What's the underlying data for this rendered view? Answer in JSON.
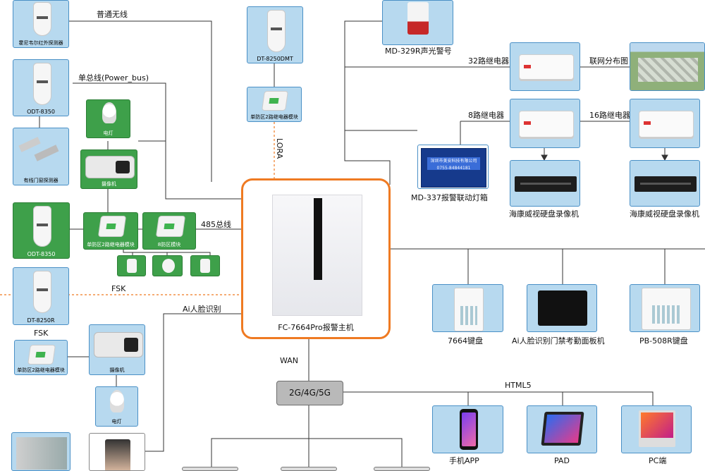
{
  "labels": {
    "wireless": "普通无线",
    "bus": "单总线(Power_bus)",
    "lora": "LORA",
    "rs485": "485总线",
    "fsk": "FSK",
    "fsk2": "FSK",
    "face": "Ai人脸识别",
    "wan": "WAN",
    "html5": "HTML5",
    "relay32": "32路继电器",
    "mapdist": "联网分布图",
    "relay8": "8路继电器",
    "relay16": "16路继电器"
  },
  "host": {
    "caption": "FC-7664Pro报警主机"
  },
  "network": {
    "label": "2G/4G/5G"
  },
  "devices": {
    "honeywell_ir": "霍尼韦尔红外探测器",
    "odt8350_a": "ODT-8350",
    "door_detector": "有线门窗探测器",
    "odt8350_b": "ODT-8350",
    "dt8250r": "DT-8250R",
    "lamp1": "电灯",
    "camera1": "摄像机",
    "module_2relay_a": "单防区2路继电器模块",
    "module_8zone": "8防区模块",
    "dt8250dmt": "DT-8250DMT",
    "module_lora": "单防区2路继电器模块",
    "module_2relay_b": "单防区2路继电器模块",
    "camera2": "摄像机",
    "lamp2": "电灯",
    "siren": "MD-329R声光警号",
    "lightbox": "MD-337报警联动灯箱",
    "lightbox_line1": "深圳市美安科技有限公司",
    "lightbox_line2": "0755-84844181",
    "nvr1": "海康威视硬盘录像机",
    "nvr2": "海康威视硬盘录像机",
    "keypad7664": "7664键盘",
    "facepanel": "Ai人脸识别门禁考勤面板机",
    "keypad508": "PB-508R键盘",
    "phone": "手机APP",
    "pad": "PAD",
    "pc": "PC端"
  }
}
